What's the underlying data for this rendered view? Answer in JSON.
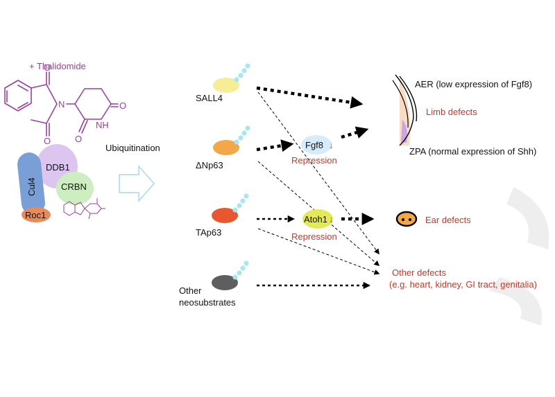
{
  "drug": {
    "label": "+ Thalidomide"
  },
  "chem_labels": {
    "o": "O",
    "n": "N",
    "nh": "NH"
  },
  "complex": {
    "cul4": "Cul4",
    "ddb1": "DDB1",
    "crbn": "CRBN",
    "roc1": "Roc1"
  },
  "process": {
    "label": "Ubiquitination"
  },
  "substrates": [
    {
      "label": "SALL4",
      "color": "#f6ee97"
    },
    {
      "label": "ΔNp63",
      "color": "#f2a847"
    },
    {
      "label": "TAp63",
      "color": "#e8572f"
    },
    {
      "label": "Other\nneosubstrates",
      "line1": "Other",
      "line2": "neosubstrates",
      "color": "#5e5e5e"
    }
  ],
  "targets": {
    "fgf8": "Fgf8",
    "atoh1": "Atoh1",
    "repression": "Repression",
    "down_arrow": "↓"
  },
  "outcomes": {
    "aer": "AER (low expression of Fgf8)",
    "limb": "Limb defects",
    "zpa": "ZPA (normal expression of Shh)",
    "ear": "Ear defects",
    "other_title": "Other defects",
    "other_detail": "(e.g. heart, kidney, GI tract, genitalia)"
  },
  "colors": {
    "purple": "#9b3fa0",
    "red": "#c0392b",
    "ubiquitin": "#a9e6ef",
    "fgf8_bubble": "#d7ecfa",
    "atoh1_bubble": "#e4ea55",
    "cul4": "#7a9fd6",
    "ddb1": "#dcc6ef",
    "crbn": "#cdeec0",
    "roc1": "#e88a5a",
    "ear": "#f2a847"
  }
}
